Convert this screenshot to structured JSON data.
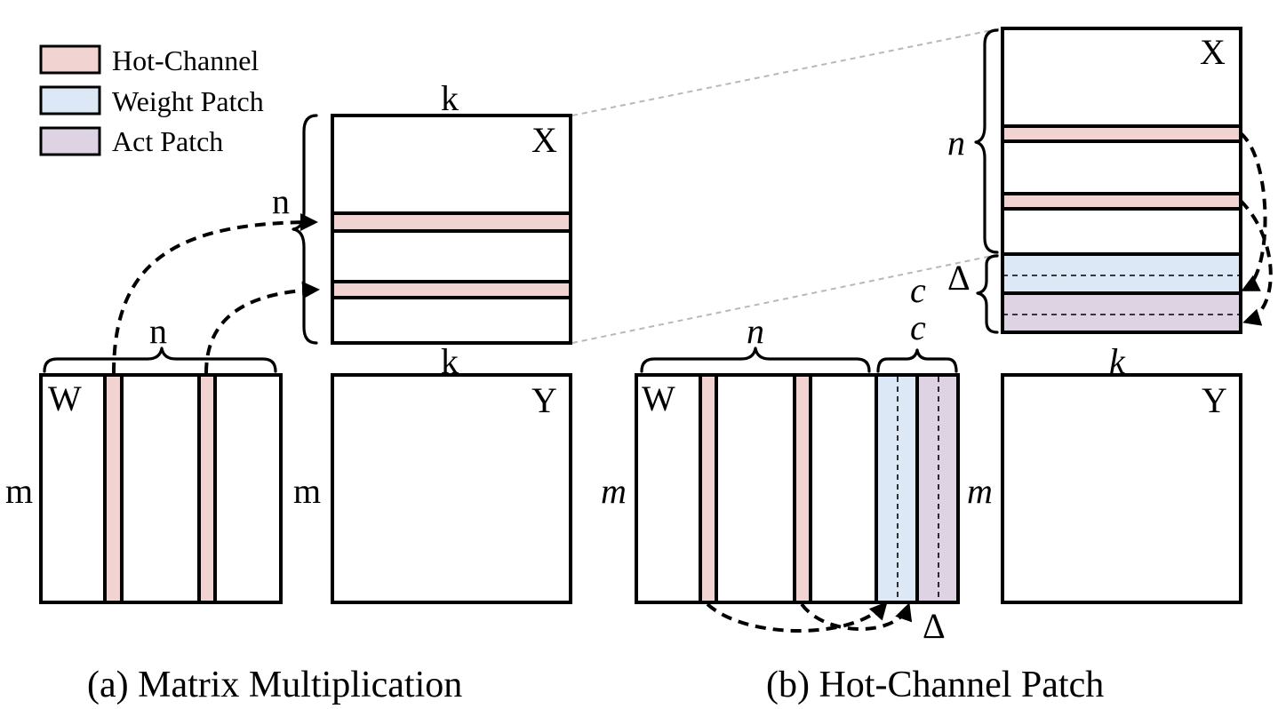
{
  "legend": {
    "hot_channel": "Hot-Channel",
    "weight_patch": "Weight Patch",
    "act_patch": "Act Patch"
  },
  "colors": {
    "hot_channel": "#f1d4d1",
    "weight_patch": "#dde8f6",
    "act_patch": "#ddd3e3"
  },
  "panel_a": {
    "caption": "(a) Matrix Multiplication",
    "x_label": "X",
    "w_label": "W",
    "y_label": "Y",
    "k_top": "k",
    "k_bottom": "k",
    "n_side": "n",
    "n_top": "n",
    "m_w": "m",
    "m_y": "m"
  },
  "panel_b": {
    "caption": "(b) Hot-Channel Patch",
    "x_label": "X",
    "w_label": "W",
    "y_label": "Y",
    "n_side": "n",
    "delta_side": "Δ",
    "c_top": "c",
    "c_brace": "c",
    "n_top": "n",
    "k_y": "k",
    "m_w": "m",
    "m_y": "m",
    "delta_bottom": "Δ"
  }
}
